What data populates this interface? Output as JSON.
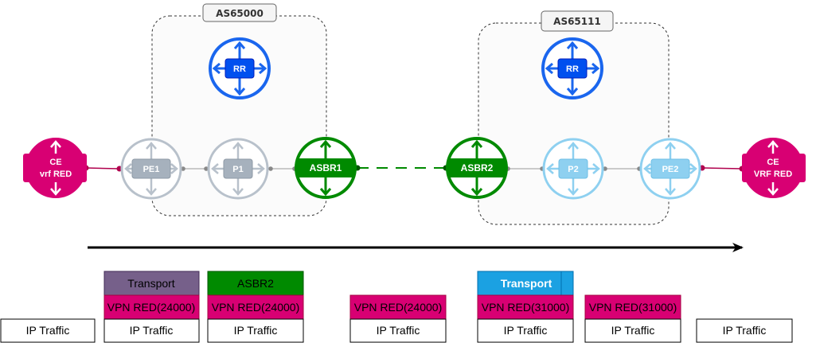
{
  "colors": {
    "magenta": "#d80073",
    "router_gray": "#b8c1cb",
    "router_gray_stroke": "#aab4be",
    "rr_blue": "#1a66ee",
    "asbr_green": "#008a00",
    "light_blue": "#8ed0f0",
    "transport_purple": "#76608a",
    "transport_blue": "#1ba1e2",
    "link_gray": "#999999"
  },
  "as_groups": [
    {
      "label": "AS65000"
    },
    {
      "label": "AS65111"
    }
  ],
  "nodes": {
    "ce_left": {
      "line1": "CE",
      "line2": "vrf RED"
    },
    "pe1": {
      "label": "PE1"
    },
    "p1": {
      "label": "P1"
    },
    "rr_left": {
      "label": "RR"
    },
    "asbr1": {
      "label": "ASBR1"
    },
    "asbr2": {
      "label": "ASBR2"
    },
    "rr_right": {
      "label": "RR"
    },
    "p2": {
      "label": "P2"
    },
    "pe2": {
      "label": "PE2"
    },
    "ce_right": {
      "line1": "CE",
      "line2": "VRF RED"
    }
  },
  "stacks": [
    {
      "layers": [
        "IP Traffic"
      ]
    },
    {
      "layers": [
        "Transport",
        "VPN RED(24000)",
        "IP Traffic"
      ]
    },
    {
      "layers": [
        "ASBR2",
        "VPN RED(24000)",
        "IP Traffic"
      ]
    },
    {
      "layers": [
        "VPN RED(24000)",
        "IP Traffic"
      ]
    },
    {
      "layers": [
        "Transport",
        "VPN RED(31000)",
        "IP Traffic"
      ]
    },
    {
      "layers": [
        "VPN RED(31000)",
        "IP Traffic"
      ]
    },
    {
      "layers": [
        "IP Traffic"
      ]
    }
  ]
}
